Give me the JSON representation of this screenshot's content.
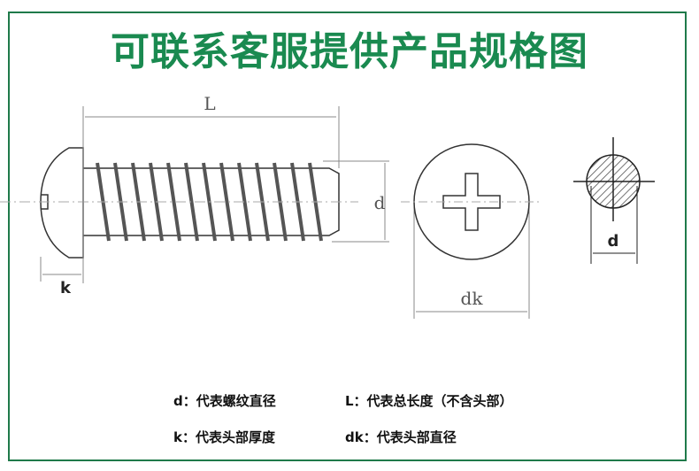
{
  "title": "可联系客服提供产品规格图",
  "colors": {
    "accent": "#1a8a50",
    "border": "#1f7a4a"
  },
  "labels": {
    "L": "L",
    "d": "d",
    "k": "k",
    "dk": "dk",
    "d2": "d"
  },
  "legend": [
    "d：代表螺纹直径",
    "L：代表总长度（不含头部）",
    "k：代表头部厚度",
    "dk：代表头部直径"
  ]
}
